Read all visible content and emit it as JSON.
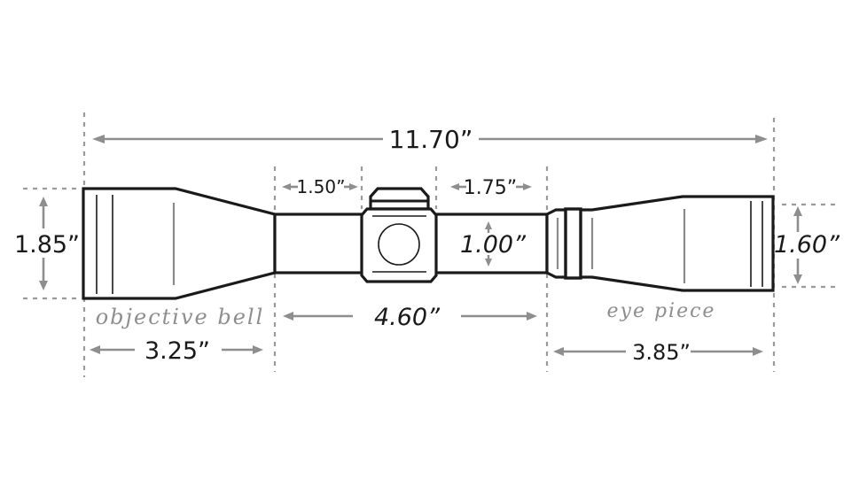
{
  "title": "Rifle scope dimensions diagram",
  "colors": {
    "outline": "#1a1a1a",
    "dimension_arrow": "#8e8e8e",
    "guide_line": "#9a9a9a",
    "part_label": "#8e8e8e",
    "background": "#ffffff"
  },
  "dimensions": {
    "overall_length": "11.70”",
    "objective_diameter": "1.85”",
    "front_ring_space": "1.50”",
    "rear_ring_space": "1.75”",
    "tube_diameter": "1.00”",
    "eyepiece_diameter": "1.60”",
    "tube_length": "4.60”",
    "objective_bell_length": "3.25”",
    "eyepiece_length": "3.85”"
  },
  "labels": {
    "objective_bell": "objective bell",
    "eye_piece": "eye piece"
  }
}
